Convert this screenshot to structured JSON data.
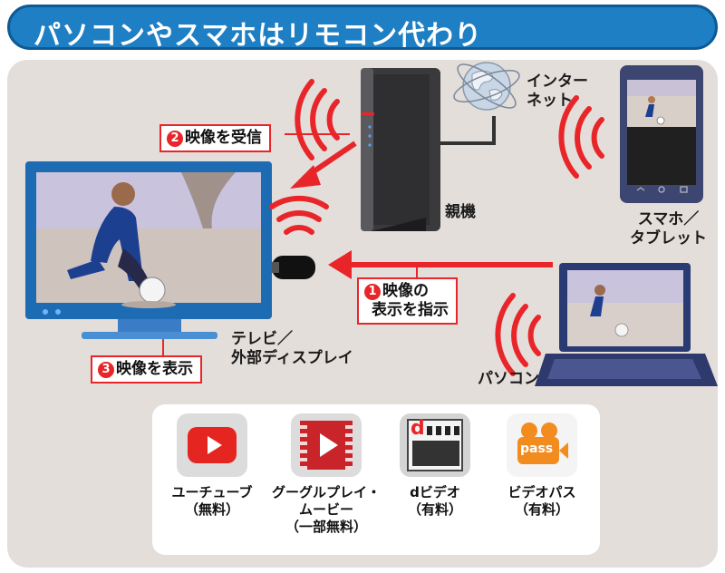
{
  "title": "パソコンやスマホはリモコン代わり",
  "labels": {
    "internet_line1": "インター",
    "internet_line2": "ネット",
    "router": "親機",
    "smartphone_line1": "スマホ／",
    "smartphone_line2": "タブレット",
    "tv_line1": "テレビ／",
    "tv_line2": "外部ディスプレイ",
    "pc": "パソコン"
  },
  "steps": [
    {
      "num": "2",
      "text": "映像を受信"
    },
    {
      "num": "1",
      "text_line1": "映像の",
      "text_line2": "表示を指示"
    },
    {
      "num": "3",
      "text": "映像を表示"
    }
  ],
  "services": [
    {
      "name_line1": "ユーチューブ",
      "name_line2": "（無料）",
      "icon": "youtube-icon"
    },
    {
      "name_line1": "グーグルプレイ・",
      "name_line2": "ムービー",
      "name_line3": "（一部無料）",
      "icon": "google-play-movies-icon"
    },
    {
      "name_line1": "dビデオ",
      "name_line2": "（有料）",
      "icon": "dvideo-icon",
      "icon_letter": "d"
    },
    {
      "name_line1": "ビデオパス",
      "name_line2": "（有料）",
      "icon": "videopass-icon",
      "icon_text": "pass"
    }
  ],
  "colors": {
    "title_bar": "#1f7fc4",
    "panel": "#e4dedb",
    "accent_red": "#e8262a",
    "device_blue": "#1c6bb3",
    "laptop_navy": "#2a3a73"
  }
}
